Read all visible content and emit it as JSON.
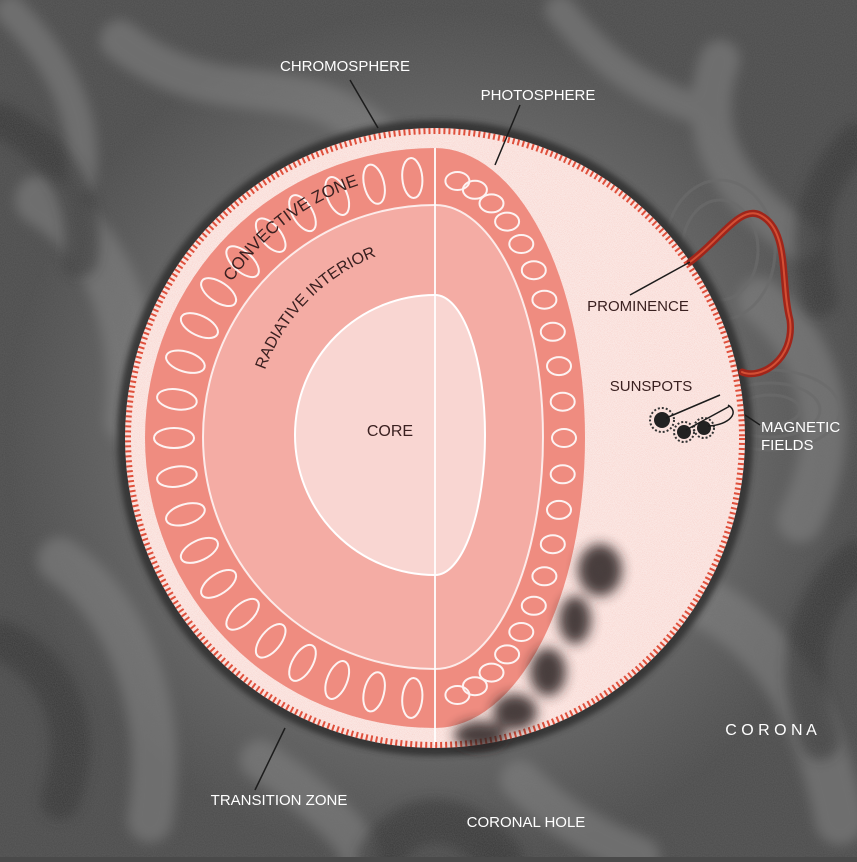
{
  "labels": {
    "chromosphere": "CHROMOSPHERE",
    "photosphere": "PHOTOSPHERE",
    "convective_zone": "CONVECTIVE ZONE",
    "radiative_interior": "RADIATIVE INTERIOR",
    "core": "CORE",
    "prominence": "PROMINENCE",
    "sunspots": "SUNSPOTS",
    "magnetic_line1": "MAGNETIC",
    "magnetic_line2": "FIELDS",
    "corona": "C O R O N A",
    "transition_zone": "TRANSITION ZONE",
    "coronal_hole": "CORONAL HOLE"
  },
  "colors": {
    "background": "#4a4a4a",
    "convective_zone": "#ef8c80",
    "radiative_interior": "#f4aca4",
    "core": "#f9d6d2",
    "surface": "#fbe7e3",
    "chromosphere_rim": "#d9351f",
    "prominence": "#a0251a"
  },
  "icons": {
    "convection_cells": "convection-cell-loops",
    "sunspots": "sunspot-cluster"
  }
}
